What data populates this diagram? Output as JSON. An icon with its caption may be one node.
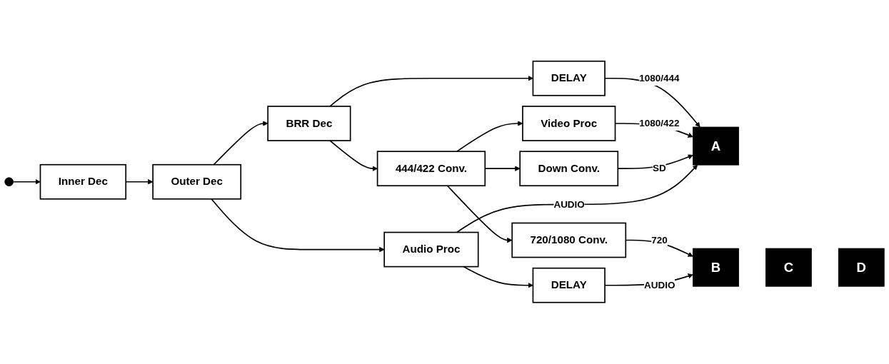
{
  "diagram": {
    "nodes": [
      {
        "text": [
          "Inner Dec"
        ]
      },
      {
        "text": [
          "Outer Dec"
        ]
      },
      {
        "text": [
          "BRR Dec"
        ]
      },
      {
        "text": [
          "DELAY"
        ]
      },
      {
        "text": [
          "444/422 Conv."
        ]
      },
      {
        "text": [
          "Video Proc"
        ]
      },
      {
        "text": [
          "Down Conv."
        ]
      },
      {
        "text": [
          "720/1080 Conv."
        ]
      },
      {
        "text": [
          "Audio Proc"
        ]
      },
      {
        "text": [
          "DELAY"
        ]
      },
      {
        "text": [
          "A"
        ]
      },
      {
        "text": [
          "B"
        ]
      },
      {
        "text": [
          "C"
        ]
      },
      {
        "text": [
          "D"
        ]
      }
    ],
    "edges": [
      {
        "from": null,
        "to": 0,
        "arrow": "to"
      },
      {
        "from": 0,
        "to": 1,
        "arrow": "to"
      },
      {
        "from": 1,
        "to": 2,
        "arrow": "to"
      },
      {
        "from": 1,
        "to": 8,
        "arrow": "to"
      },
      {
        "from": 2,
        "to": 3,
        "arrow": "to"
      },
      {
        "from": 2,
        "to": 4,
        "arrow": "to"
      },
      {
        "from": 3,
        "to": 10,
        "arrow": "to",
        "label": "1080/444"
      },
      {
        "from": 4,
        "to": 5,
        "arrow": "to"
      },
      {
        "from": 4,
        "to": 6,
        "arrow": "to"
      },
      {
        "from": 4,
        "to": 7,
        "arrow": "to"
      },
      {
        "from": 5,
        "to": 10,
        "arrow": "to",
        "label": "1080/422"
      },
      {
        "from": 6,
        "to": 10,
        "arrow": "to",
        "label": "SD"
      },
      {
        "from": 7,
        "to": 11,
        "arrow": "to",
        "label": "720"
      },
      {
        "from": 8,
        "to": 10,
        "arrow": "to",
        "label": "AUDIO"
      },
      {
        "from": 8,
        "to": 9,
        "arrow": "to"
      },
      {
        "from": 9,
        "to": 11,
        "arrow": "to",
        "label": "AUDIO"
      }
    ]
  }
}
